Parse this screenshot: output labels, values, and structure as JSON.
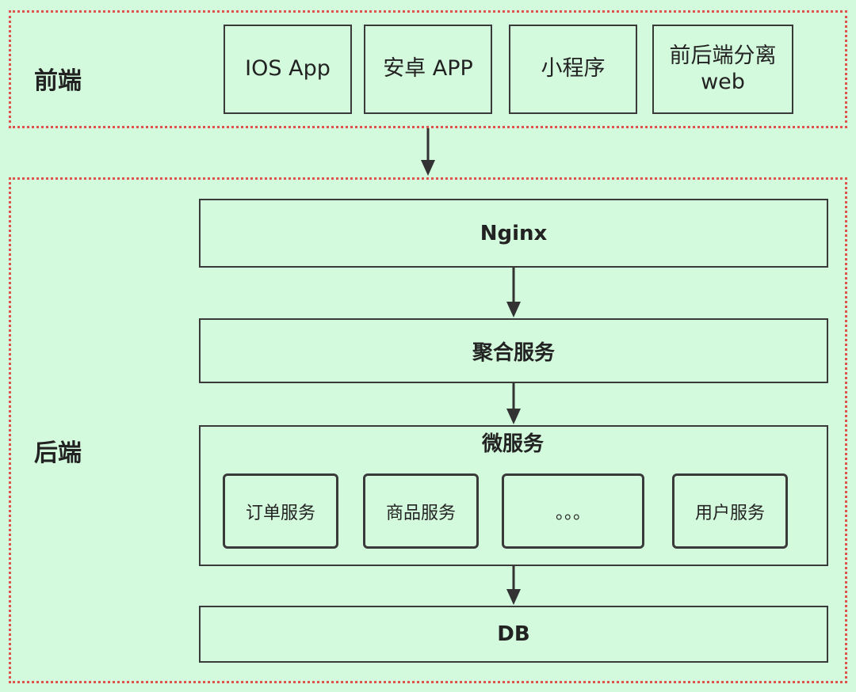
{
  "frontend": {
    "label": "前端",
    "clients": [
      "IOS App",
      "安卓 APP",
      "小程序",
      "前后端分离\nweb"
    ]
  },
  "backend": {
    "label": "后端",
    "nginx": "Nginx",
    "aggregation": "聚合服务",
    "microservices": {
      "title": "微服务",
      "items": [
        "订单服务",
        "商品服务",
        "。。。",
        "用户服务"
      ]
    },
    "db": "DB"
  },
  "colors": {
    "background": "#d4fadd",
    "region_border": "#e0534a",
    "box_border": "#3a3a3a"
  }
}
